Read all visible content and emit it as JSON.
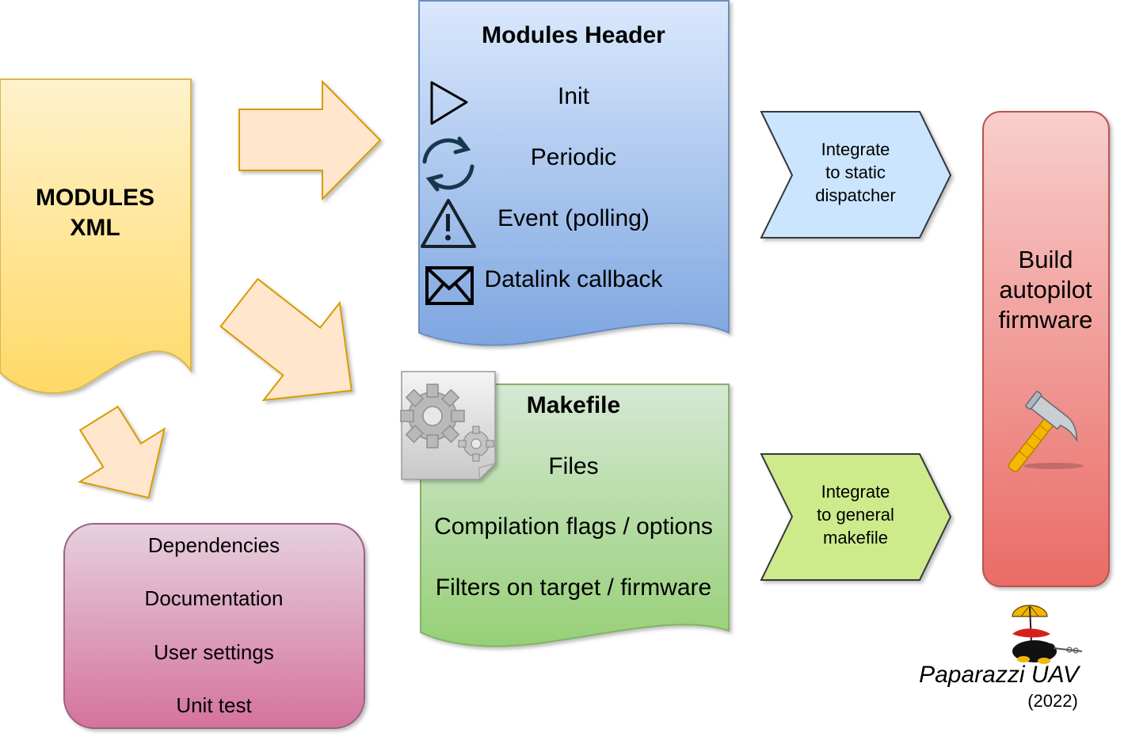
{
  "modules_xml": {
    "line1": "MODULES",
    "line2": "XML"
  },
  "modules_header": {
    "title": "Modules Header",
    "items": [
      "Init",
      "Periodic",
      "Event (polling)",
      "Datalink callback"
    ]
  },
  "makefile": {
    "title": "Makefile",
    "items": [
      "Files",
      "Compilation flags / options",
      "Filters on target / firmware"
    ]
  },
  "extra_box": {
    "items": [
      "Dependencies",
      "Documentation",
      "User settings",
      "Unit test"
    ]
  },
  "step_dispatcher": {
    "lines": [
      "Integrate",
      "to static",
      "dispatcher"
    ]
  },
  "step_makefile": {
    "lines": [
      "Integrate",
      "to general",
      "makefile"
    ]
  },
  "build": {
    "lines": [
      "Build",
      "autopilot",
      "firmware"
    ]
  },
  "logo": {
    "name": "Paparazzi UAV",
    "year": "(2022)"
  },
  "icons": [
    "play-icon",
    "refresh-icon",
    "warning-icon",
    "envelope-icon",
    "gears-file-icon",
    "hammer-icon",
    "paparazzi-logo-icon"
  ],
  "colors": {
    "xml_top": "#fff2cc",
    "xml_bottom": "#ffd966",
    "xml_stroke": "#d6b656",
    "header_top": "#dae8fc",
    "header_bottom": "#7ea6e0",
    "header_stroke": "#6c8ebf",
    "make_top": "#d5e8d4",
    "make_bottom": "#97d077",
    "make_stroke": "#82b366",
    "extra_top": "#e6d0de",
    "extra_bottom": "#d5739d",
    "extra_stroke": "#996185",
    "build_top": "#f8cecc",
    "build_bottom": "#ea6b66",
    "build_stroke": "#b85450",
    "arrow_fill": "#ffe6cc",
    "arrow_stroke": "#d79b00",
    "step1_fill": "#cce5ff",
    "step2_fill": "#cdeb8b"
  }
}
